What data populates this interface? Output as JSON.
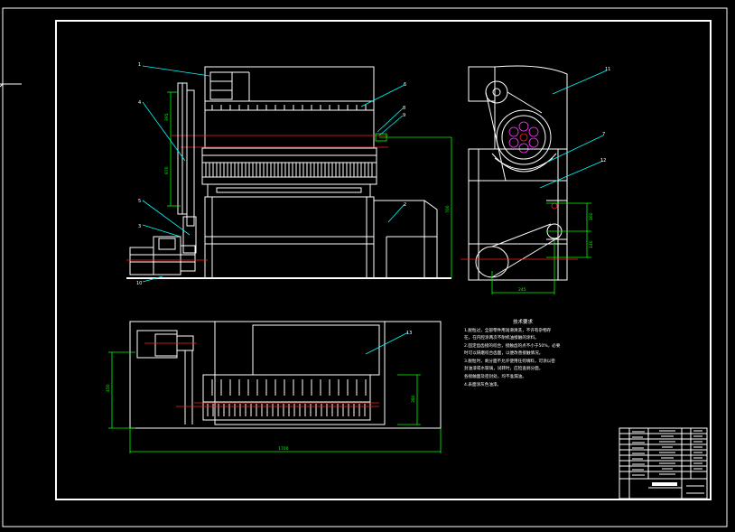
{
  "colors": {
    "background": "#000000",
    "line": "#ffffff",
    "dimension": "#00ff00",
    "leader": "#00ffff",
    "centerline": "#ff2020"
  },
  "drawing": {
    "callouts": {
      "c1": "1",
      "c4": "4",
      "c5": "5",
      "c3": "3",
      "c10": "10",
      "c6": "6",
      "c8": "8",
      "c9": "9",
      "c2": "2",
      "c11": "11",
      "c7": "7",
      "c12": "12",
      "c13": "13"
    },
    "dimensions": {
      "front_top": "395",
      "front_mid": "870",
      "front_right": "700",
      "side_a": "160",
      "side_b": "140",
      "side_bottom": "245",
      "plan_left": "450",
      "plan_right": "380",
      "plan_bottom": "1700"
    },
    "notes": {
      "title": "技术要求",
      "lines": [
        "1.脱粒过，全部零件用润滑清洗，不许有杂物存",
        "  在，在内腔涂两次不耐机油接触的涂料。",
        "2.固定齿齿接的咬合，接触齿的点不小于50%，必要",
        "  时可以研磨咬合齿面，以便改善接触情况。",
        "3.脱粒时，剥分面不允许使用任何填料，可涂以密",
        "  封油漆或水玻璃，试转时，应检查剥分面，",
        "  各接触面及密封处，均不准漏油。",
        "4.表面涂灰色油漆。"
      ]
    }
  }
}
